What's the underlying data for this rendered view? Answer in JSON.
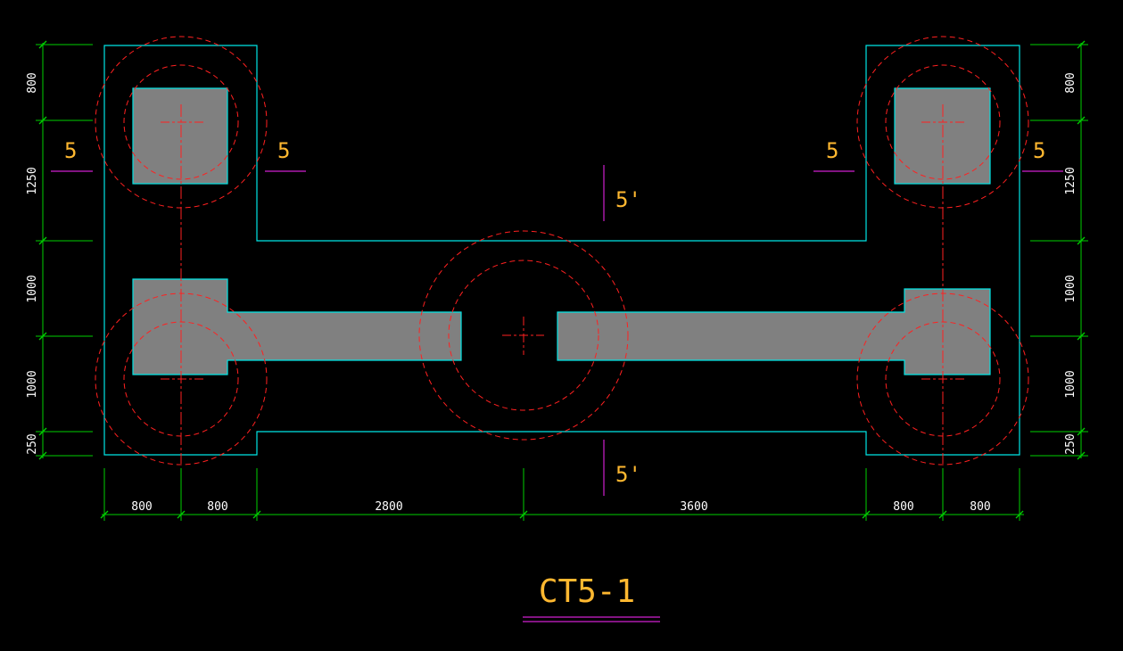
{
  "drawing": {
    "title": "CT5-1",
    "section_labels": {
      "left_outer": "5",
      "left_inner": "5",
      "right_inner": "5",
      "right_outer": "5",
      "top_mid": "5'",
      "bottom_mid": "5'"
    },
    "dimensions": {
      "left": [
        "800",
        "1250",
        "1000",
        "1000",
        "250"
      ],
      "right": [
        "800",
        "1250",
        "1000",
        "1000",
        "250"
      ],
      "bottom": [
        "800",
        "800",
        "2800",
        "3600",
        "800",
        "800"
      ]
    }
  },
  "colors": {
    "background": "#000000",
    "outline": "#00e5e5",
    "fill": "#808080",
    "circles": "#ff2020",
    "centerline": "#ff2020",
    "dimension": "#00d000",
    "text_dim": "#ffffff",
    "text_label": "#ffb830",
    "section_mark": "#d020d0"
  }
}
